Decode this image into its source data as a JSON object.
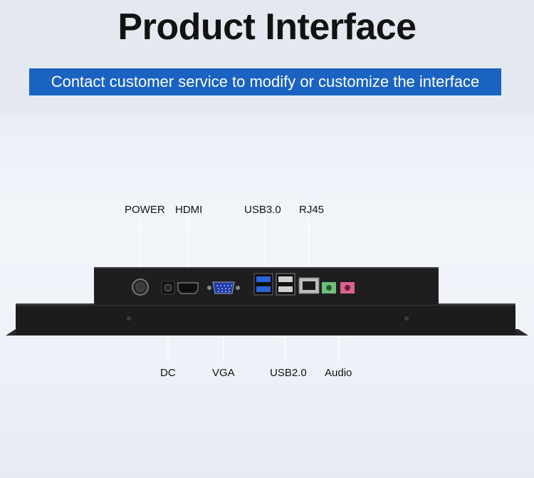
{
  "header": {
    "title": "Product Interface",
    "banner": "Contact customer service to modify or customize the interface"
  },
  "ports": {
    "power": "POWER",
    "hdmi": "HDMI",
    "usb30": "USB3.0",
    "rj45": "RJ45",
    "dc": "DC",
    "vga": "VGA",
    "usb20": "USB2.0",
    "audio": "Audio"
  },
  "colors": {
    "banner": "#1a63c1",
    "device": "#1c1c1e",
    "usb3_blue": "#2b63d8",
    "audio_green": "#6fbf7a",
    "audio_pink": "#d9638d"
  }
}
